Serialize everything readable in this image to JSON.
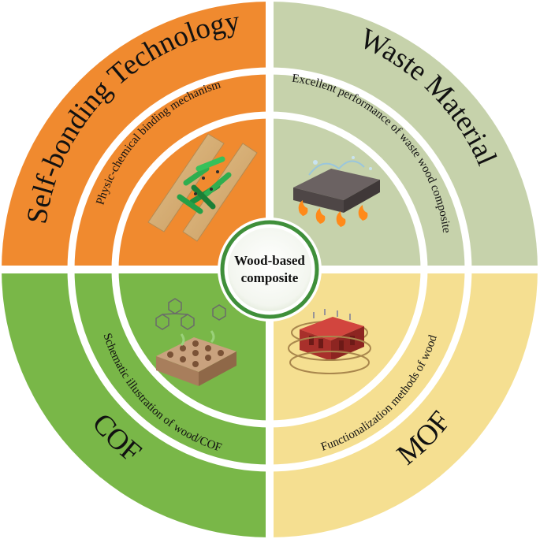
{
  "center": {
    "line1": "Wood-based",
    "line2": "composite"
  },
  "quadrants": [
    {
      "id": "top-left",
      "title": "Self-bonding Technology",
      "subtitle": "Physic-chemical binding mechanism",
      "color": "#f08a2f"
    },
    {
      "id": "top-right",
      "title": "Waste Material",
      "subtitle": "Excellent performance of waste wood composite",
      "color": "#c6d2ab"
    },
    {
      "id": "bottom-left",
      "title": "COF",
      "subtitle": "Schematic illustration of wood/COF",
      "color": "#79b748"
    },
    {
      "id": "bottom-right",
      "title": "MOF",
      "subtitle": "Functionalization methods of wood",
      "color": "#f5df91"
    }
  ],
  "colors": {
    "divider": "#ffffff",
    "center_ring": "#3f8f3a",
    "center_fill": "#ffffff"
  }
}
